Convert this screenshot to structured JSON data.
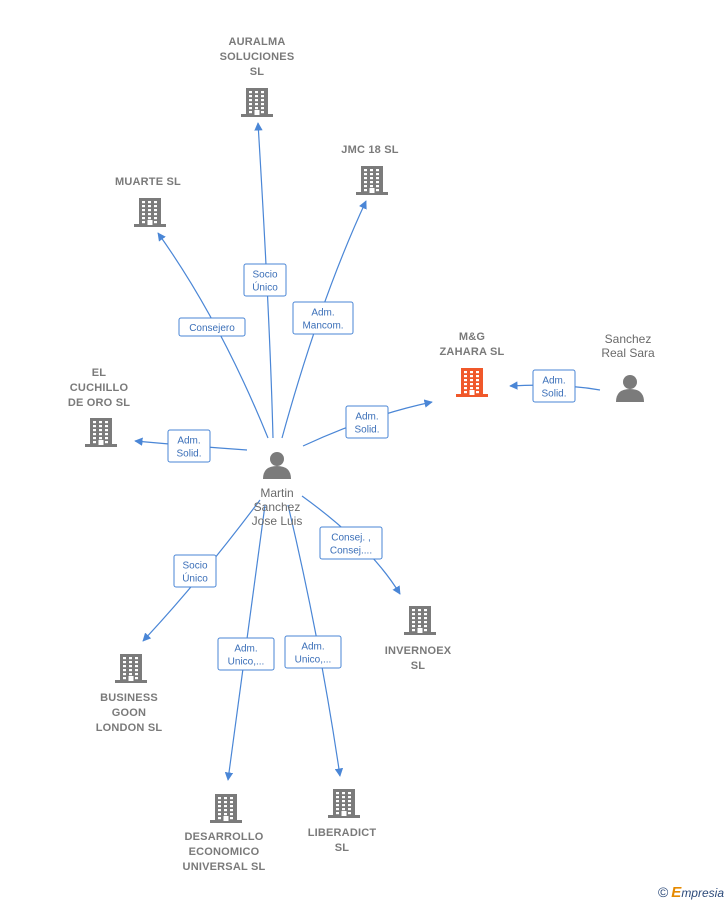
{
  "colors": {
    "edge": "#4a86d6",
    "company": "#7b7b7b",
    "company_highlight": "#f0582a",
    "person": "#7b7b7b"
  },
  "center": {
    "id": "martin",
    "lines": [
      "Martin",
      "Sanchez",
      "Jose Luis"
    ],
    "icon": "person-icon"
  },
  "nodes": [
    {
      "id": "auralma",
      "type": "company",
      "lines": [
        "AURALMA",
        "SOLUCIONES",
        "SL"
      ]
    },
    {
      "id": "jmc18",
      "type": "company",
      "lines": [
        "JMC 18  SL"
      ]
    },
    {
      "id": "muarte",
      "type": "company",
      "lines": [
        "MUARTE SL"
      ]
    },
    {
      "id": "mgzahara",
      "type": "company",
      "highlight": true,
      "lines": [
        "M&G",
        "ZAHARA  SL"
      ]
    },
    {
      "id": "sanchez_real",
      "type": "person",
      "lines": [
        "Sanchez",
        "Real Sara"
      ]
    },
    {
      "id": "cuchillo",
      "type": "company",
      "lines": [
        "EL",
        "CUCHILLO",
        "DE ORO  SL"
      ]
    },
    {
      "id": "invernoex",
      "type": "company",
      "lines": [
        "INVERNOEX",
        "SL"
      ]
    },
    {
      "id": "business",
      "type": "company",
      "lines": [
        "BUSINESS",
        "GOON",
        "LONDON  SL"
      ]
    },
    {
      "id": "desarrollo",
      "type": "company",
      "lines": [
        "DESARROLLO",
        "ECONOMICO",
        "UNIVERSAL  SL"
      ]
    },
    {
      "id": "liberadict",
      "type": "company",
      "lines": [
        "LIBERADICT",
        "SL"
      ]
    }
  ],
  "edges": [
    {
      "from": "martin",
      "to": "auralma",
      "label": [
        "Socio",
        "Único"
      ]
    },
    {
      "from": "martin",
      "to": "jmc18",
      "label": [
        "Adm.",
        "Mancom."
      ]
    },
    {
      "from": "martin",
      "to": "muarte",
      "label": [
        "Consejero"
      ]
    },
    {
      "from": "martin",
      "to": "mgzahara",
      "label": [
        "Adm.",
        "Solid."
      ]
    },
    {
      "from": "sanchez_real",
      "to": "mgzahara",
      "label": [
        "Adm.",
        "Solid."
      ]
    },
    {
      "from": "martin",
      "to": "cuchillo",
      "label": [
        "Adm.",
        "Solid."
      ]
    },
    {
      "from": "martin",
      "to": "invernoex",
      "label": [
        "Consej. ,",
        "Consej...."
      ]
    },
    {
      "from": "martin",
      "to": "business",
      "label": [
        "Socio",
        "Único"
      ]
    },
    {
      "from": "martin",
      "to": "desarrollo",
      "label": [
        "Adm.",
        "Unico,..."
      ]
    },
    {
      "from": "martin",
      "to": "liberadict",
      "label": [
        "Adm.",
        "Unico,..."
      ]
    }
  ],
  "footer": {
    "copyright": "©",
    "brand_initial": "E",
    "brand_rest": "mpresia"
  }
}
